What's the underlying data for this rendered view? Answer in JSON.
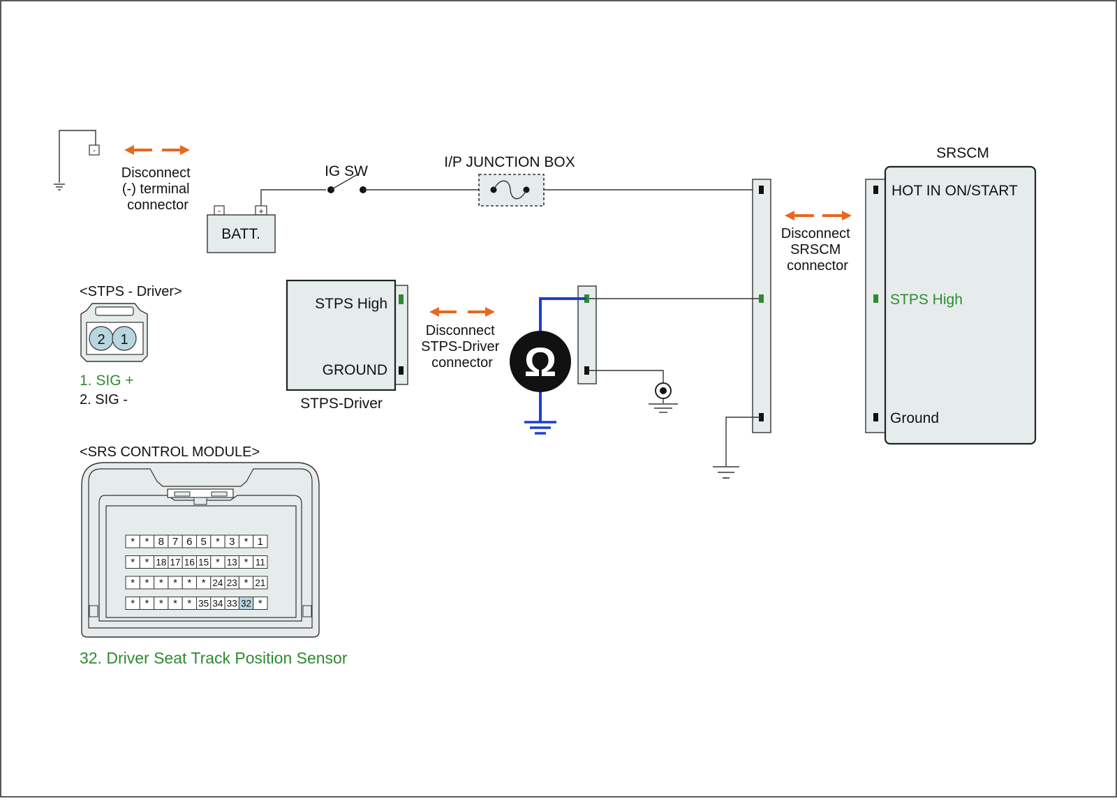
{
  "title_labels": {
    "srscm": "SRSCM",
    "ig_sw": "IG SW",
    "junction_box": "I/P JUNCTION BOX",
    "batt": "BATT.",
    "batt_minus": "-",
    "batt_plus": "+",
    "neg_terminal": "-",
    "stps_driver_box": "STPS-Driver",
    "ohm": "Ω"
  },
  "disconnect_notes": {
    "battery": [
      "Disconnect",
      "(-) terminal",
      "connector"
    ],
    "srscm": [
      "Disconnect",
      "SRSCM",
      "connector"
    ],
    "stps": [
      "Disconnect",
      "STPS-Driver",
      "connector"
    ]
  },
  "srscm_pins": {
    "hot": "HOT IN ON/START",
    "stps_high": "STPS High",
    "ground": "Ground"
  },
  "stps_pins": {
    "high": "STPS High",
    "ground": "GROUND"
  },
  "stps_connector": {
    "heading": "<STPS - Driver>",
    "pins": [
      "2",
      "1"
    ],
    "legend_1": "1. SIG +",
    "legend_2": "2. SIG -"
  },
  "srs_module": {
    "heading": "<SRS CONTROL MODULE>",
    "rows": [
      [
        "*",
        "*",
        "8",
        "7",
        "6",
        "5",
        "*",
        "3",
        "*",
        "1"
      ],
      [
        "*",
        "*",
        "18",
        "17",
        "16",
        "15",
        "*",
        "13",
        "*",
        "11"
      ],
      [
        "*",
        "*",
        "*",
        "*",
        "*",
        "*",
        "24",
        "23",
        "*",
        "21"
      ],
      [
        "*",
        "*",
        "*",
        "*",
        "*",
        "35",
        "34",
        "33",
        "32",
        "*"
      ]
    ],
    "highlight_pin": "32",
    "legend": "32. Driver Seat Track Position Sensor"
  },
  "colors": {
    "line": "#333333",
    "arrow": "#e8671f",
    "green": "#2e8b2e",
    "blue": "#1a3fd6",
    "box_fill": "#e6ecec",
    "pin_highlight": "#b7d6e0"
  }
}
